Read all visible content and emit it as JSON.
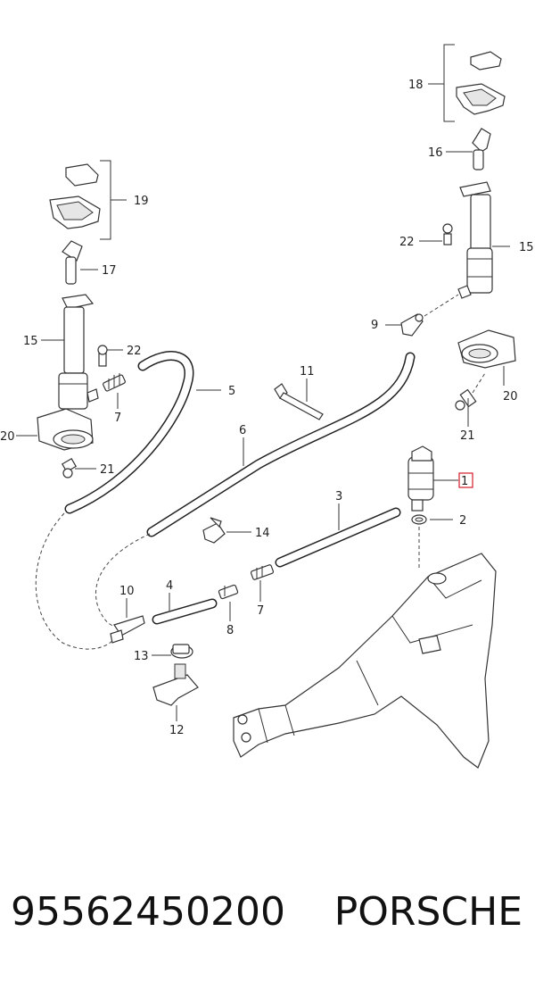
{
  "callouts": [
    {
      "id": "1",
      "text": "1"
    },
    {
      "id": "2",
      "text": "2"
    },
    {
      "id": "3",
      "text": "3"
    },
    {
      "id": "4",
      "text": "4"
    },
    {
      "id": "5",
      "text": "5"
    },
    {
      "id": "6",
      "text": "6"
    },
    {
      "id": "7a",
      "text": "7"
    },
    {
      "id": "7b",
      "text": "7"
    },
    {
      "id": "8",
      "text": "8"
    },
    {
      "id": "9",
      "text": "9"
    },
    {
      "id": "10",
      "text": "10"
    },
    {
      "id": "11",
      "text": "11"
    },
    {
      "id": "12",
      "text": "12"
    },
    {
      "id": "13",
      "text": "13"
    },
    {
      "id": "14",
      "text": "14"
    },
    {
      "id": "15a",
      "text": "15"
    },
    {
      "id": "15b",
      "text": "15"
    },
    {
      "id": "16",
      "text": "16"
    },
    {
      "id": "17",
      "text": "17"
    },
    {
      "id": "18",
      "text": "18"
    },
    {
      "id": "19",
      "text": "19"
    },
    {
      "id": "20a",
      "text": "20"
    },
    {
      "id": "20b",
      "text": "20"
    },
    {
      "id": "21a",
      "text": "21"
    },
    {
      "id": "21b",
      "text": "21"
    },
    {
      "id": "22a",
      "text": "22"
    },
    {
      "id": "22b",
      "text": "22"
    }
  ],
  "highlighted_callout": "1",
  "caption": {
    "part_number": "95562450200",
    "brand": "PORSCHE"
  }
}
